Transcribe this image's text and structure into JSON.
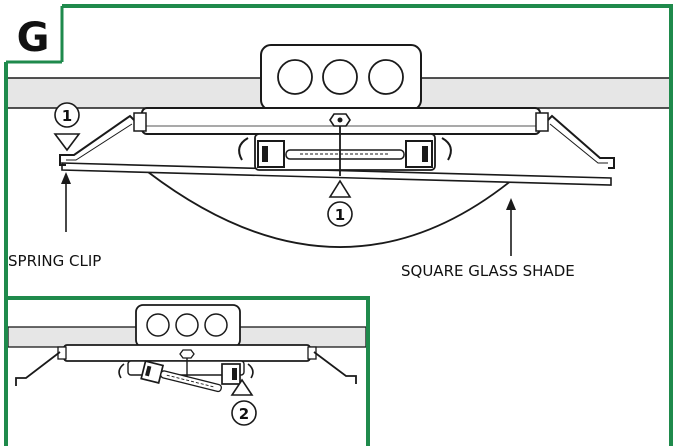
{
  "figure": {
    "panel_letter": "G",
    "step_marker_1": "1",
    "step_marker_2": "2",
    "labels": {
      "spring_clip": "SPRING CLIP",
      "square_glass_shade": "SQUARE GLASS SHADE"
    }
  },
  "colors": {
    "frame_green": "#1f8a4c",
    "ceiling_gray": "#e6e6e6",
    "line": "#1a1a1a"
  }
}
